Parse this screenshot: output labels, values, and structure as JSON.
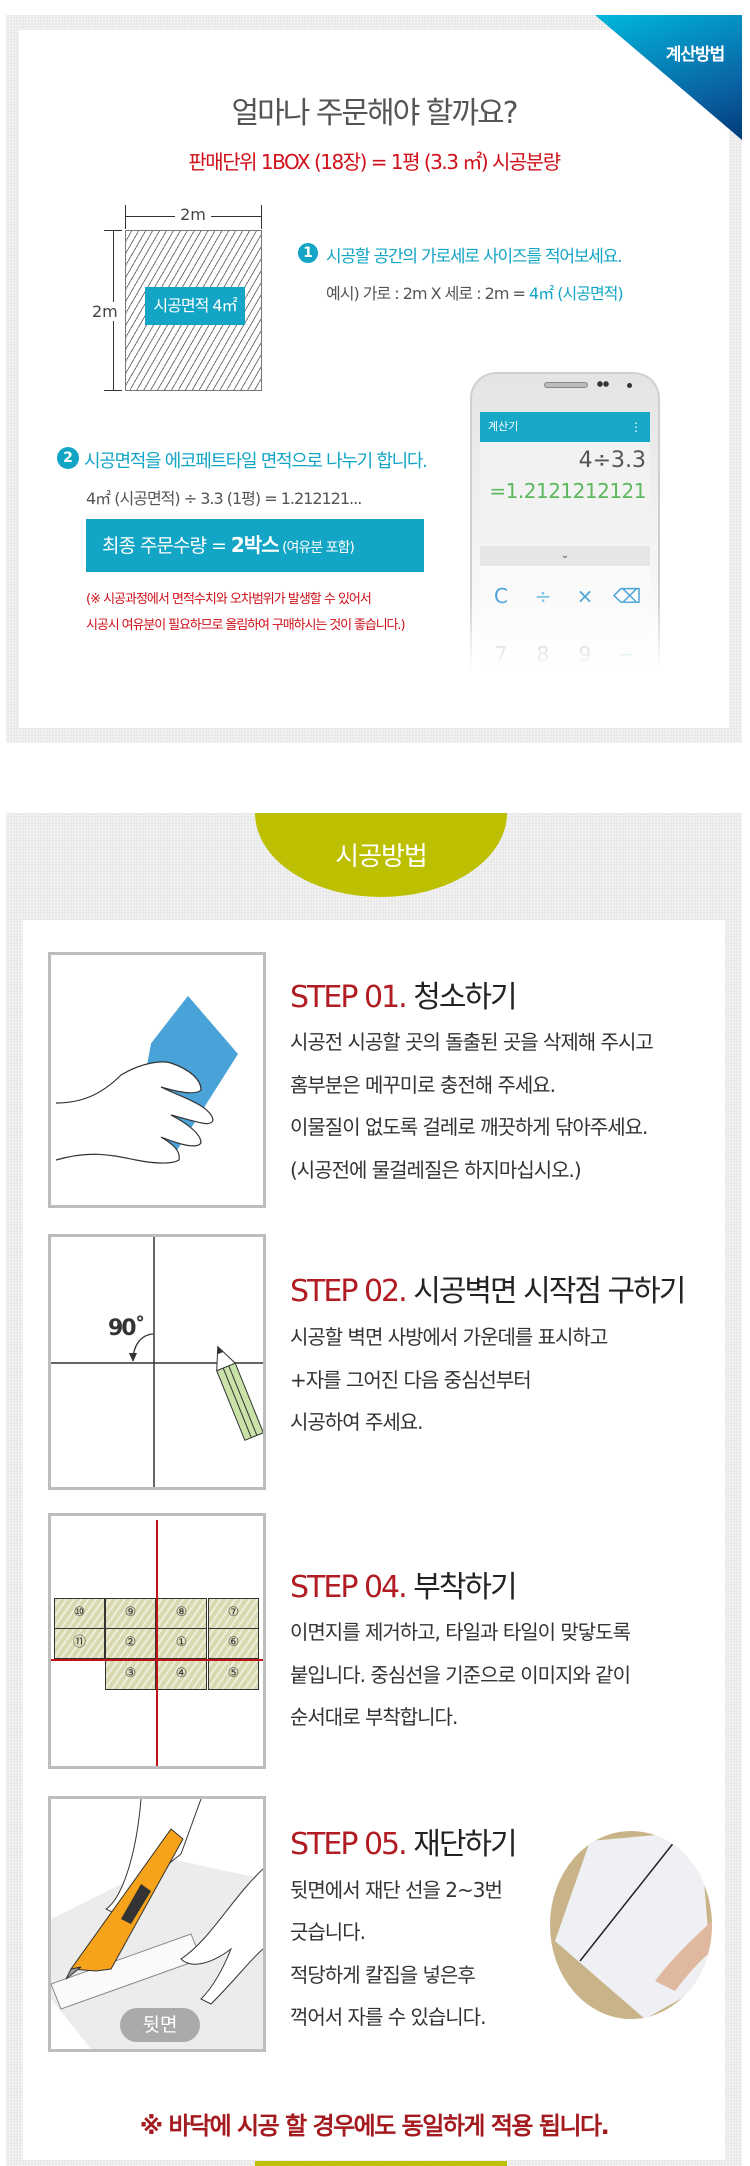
{
  "calc_section": {
    "ribbon_label": "계산방법",
    "title": "얼마나 주문해야 할까요?",
    "subtitle": "판매단위 1BOX (18장) = 1평 (3.3 ㎡) 시공분량",
    "diagram": {
      "width_label": "2m",
      "height_label": "2m",
      "area_label": "시공면적 4㎡"
    },
    "step1": {
      "number": "1",
      "text": "시공할 공간의 가로세로 사이즈를 적어보세요.",
      "example_prefix": "예시) 가로 : 2m X 세로 : 2m = ",
      "example_highlight": "4㎡ (시공면적)"
    },
    "step2": {
      "number": "2",
      "text": "시공면적을 에코페트타일 면적으로 나누기 합니다.",
      "formula": "4㎡ (시공면적) ÷ 3.3 (1평) = 1.212121..."
    },
    "result_box": {
      "prefix": "최종 주문수량 = ",
      "bold": "2박스",
      "suffix": " (여유분 포함)"
    },
    "note_lines": [
      "(※ 시공과정에서 면적수치와 오차범위가 발생할 수 있어서",
      "시공시 여유분이 필요하므로 올림하여 구매하시는 것이 좋습니다.)"
    ],
    "phone": {
      "app_title": "계산기",
      "menu_icon": "more-vert-icon",
      "expression": "4÷3.3",
      "result": "=1.2121212121",
      "collapse_icon": "chevron-down-icon",
      "keys_row1": [
        "C",
        "÷",
        "×",
        "⌫"
      ],
      "keys_row2": [
        "7",
        "8",
        "9",
        "−"
      ]
    }
  },
  "method_section": {
    "badge_label": "시공방법",
    "steps": [
      {
        "num": "STEP 01.",
        "title": "청소하기",
        "lines": [
          "시공전 시공할 곳의 돌출된 곳을 삭제해 주시고",
          "홈부분은 메꾸미로 충전해 주세요.",
          "이물질이 없도록 걸레로 깨끗하게 닦아주세요.",
          "(시공전에 물걸레질은 하지마십시오.)"
        ]
      },
      {
        "num": "STEP 02.",
        "title": "시공벽면 시작점 구하기",
        "angle_label": "90˚",
        "lines": [
          "시공할 벽면 사방에서 가운데를 표시하고",
          "+자를 그어진 다음 중심선부터",
          "시공하여 주세요."
        ]
      },
      {
        "num": "STEP 04.",
        "title": "부착하기",
        "tiles": [
          "⑩",
          "⑨",
          "⑧",
          "⑦",
          "⑪",
          "②",
          "①",
          "⑥",
          "③",
          "④",
          "⑤"
        ],
        "lines": [
          "이면지를 제거하고, 타일과 타일이 맞닿도록",
          "붙입니다. 중심선을 기준으로 이미지와 같이",
          "순서대로 부착합니다."
        ]
      },
      {
        "num": "STEP 05.",
        "title": "재단하기",
        "badge": "뒷면",
        "lines": [
          "뒷면에서 재단 선을 2~3번",
          "긋습니다.",
          "적당하게 칼집을 넣은후",
          "꺽어서 자를 수 있습니다."
        ]
      }
    ],
    "footer_note": "※ 바닥에 시공 할 경우에도 동일하게 적용 됩니다."
  },
  "colors": {
    "accent_blue": "#12a5c6",
    "accent_red": "#d0101a",
    "step_red": "#b01c22",
    "badge_green": "#bcc000"
  }
}
